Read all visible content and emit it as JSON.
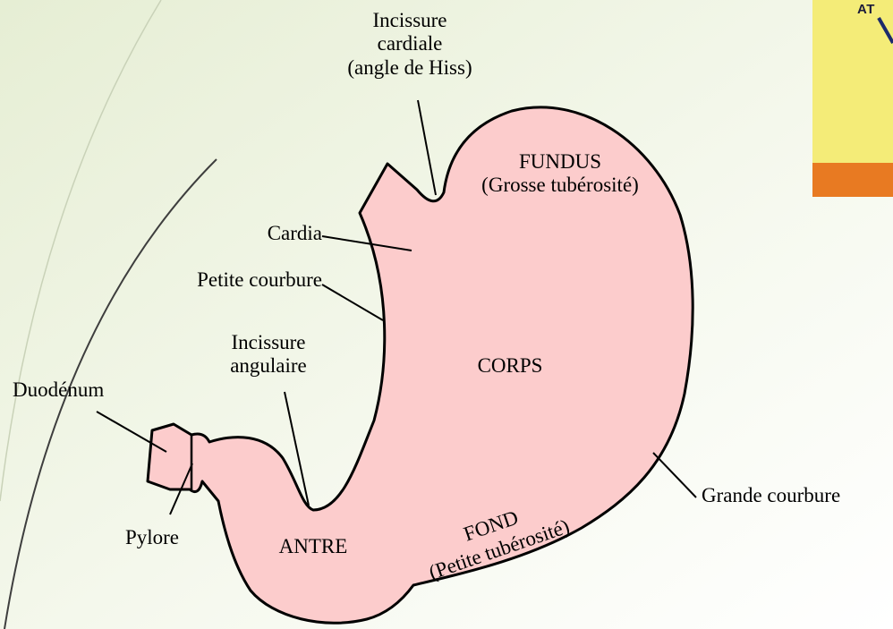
{
  "inset": {
    "text": "AT"
  },
  "labels": {
    "incisure_cardiale": [
      "Incissure",
      "cardiale",
      "(angle de Hiss)"
    ],
    "fundus": [
      "FUNDUS",
      "(Grosse tubérosité)"
    ],
    "cardia": "Cardia",
    "petite_courbure": "Petite courbure",
    "incisure_angulaire": [
      "Incissure",
      "angulaire"
    ],
    "corps": "CORPS",
    "duodenum": "Duodénum",
    "pylore": "Pylore",
    "antre": "ANTRE",
    "fond": [
      "FOND",
      "(Petite tubérosité)"
    ],
    "grande_courbure": "Grande courbure"
  },
  "colors": {
    "background_top": "#eef3e2",
    "background_bottom": "#ffffff",
    "stomach_fill": "#fccccc",
    "outline": "#000000",
    "inset_fill": "#f4ec78",
    "inset_bar": "#e87a22"
  }
}
